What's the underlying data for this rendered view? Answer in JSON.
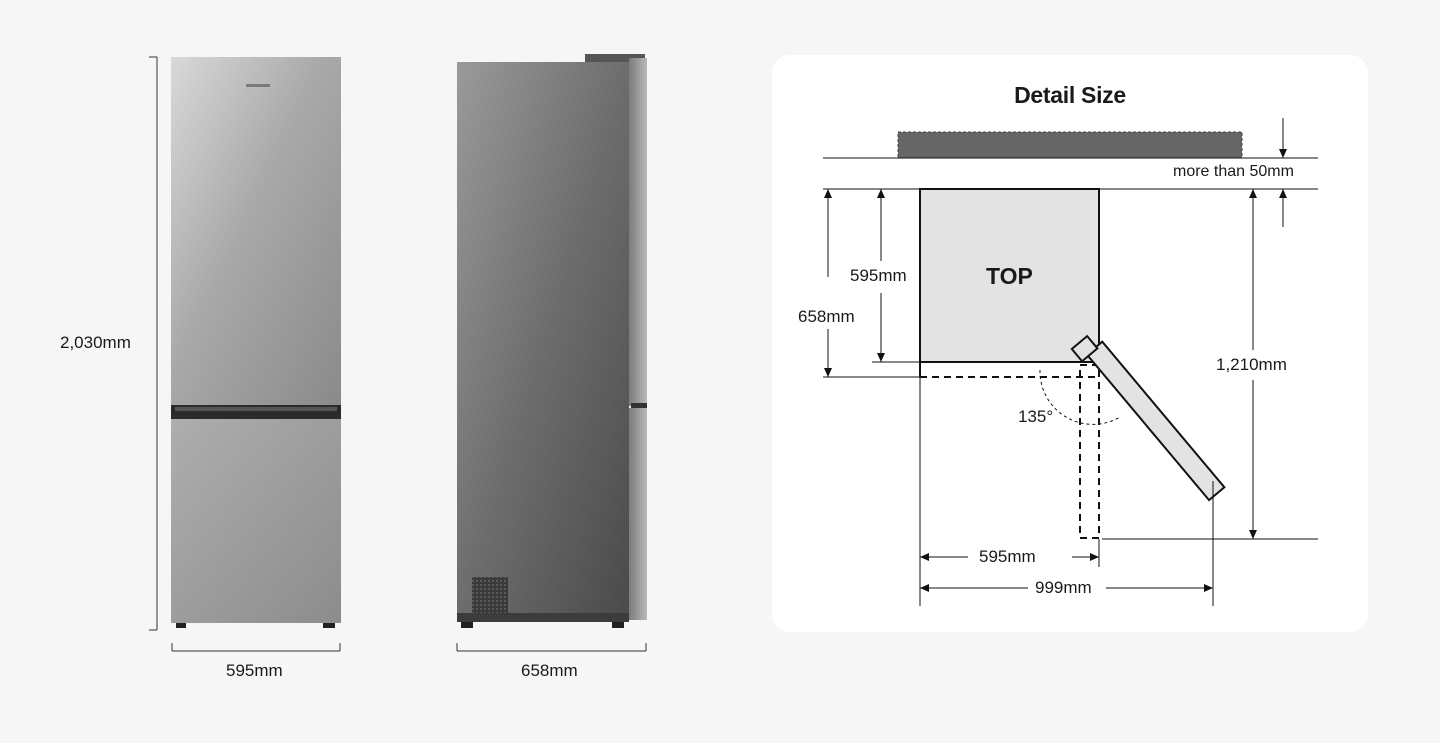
{
  "front_view": {
    "height_label": "2,030mm",
    "width_label": "595mm"
  },
  "side_view": {
    "depth_label": "658mm"
  },
  "detail": {
    "title": "Detail Size",
    "top_label": "TOP",
    "clearance_label": "more than 50mm",
    "body_depth_label": "595mm",
    "total_depth_label": "658mm",
    "door_open_depth_label": "1,210mm",
    "angle_label": "135°",
    "body_width_label": "595mm",
    "door_open_width_label": "999mm"
  }
}
